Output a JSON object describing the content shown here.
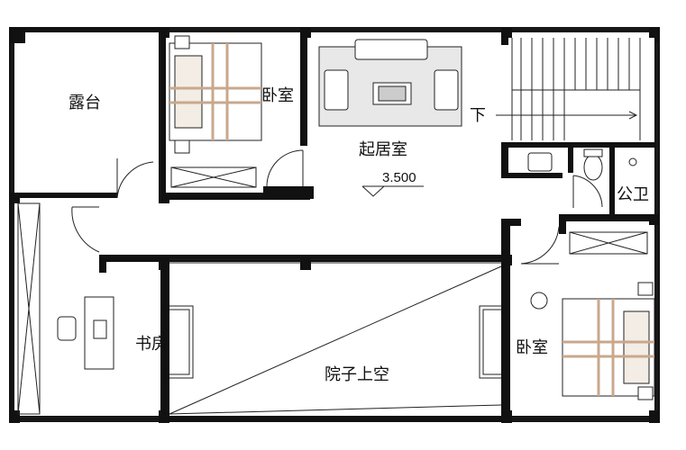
{
  "rooms": {
    "terrace": "露台",
    "bedroom_north": "卧室",
    "living_room": "起居室",
    "stairs_down": "下",
    "public_bath": "公卫",
    "study": "书房",
    "courtyard_void": "院子上空",
    "bedroom_south": "卧室"
  },
  "elevation": "3.500",
  "colors": {
    "wall": "#111111",
    "line": "#222222",
    "furniture_accent": "#c9a88c"
  }
}
